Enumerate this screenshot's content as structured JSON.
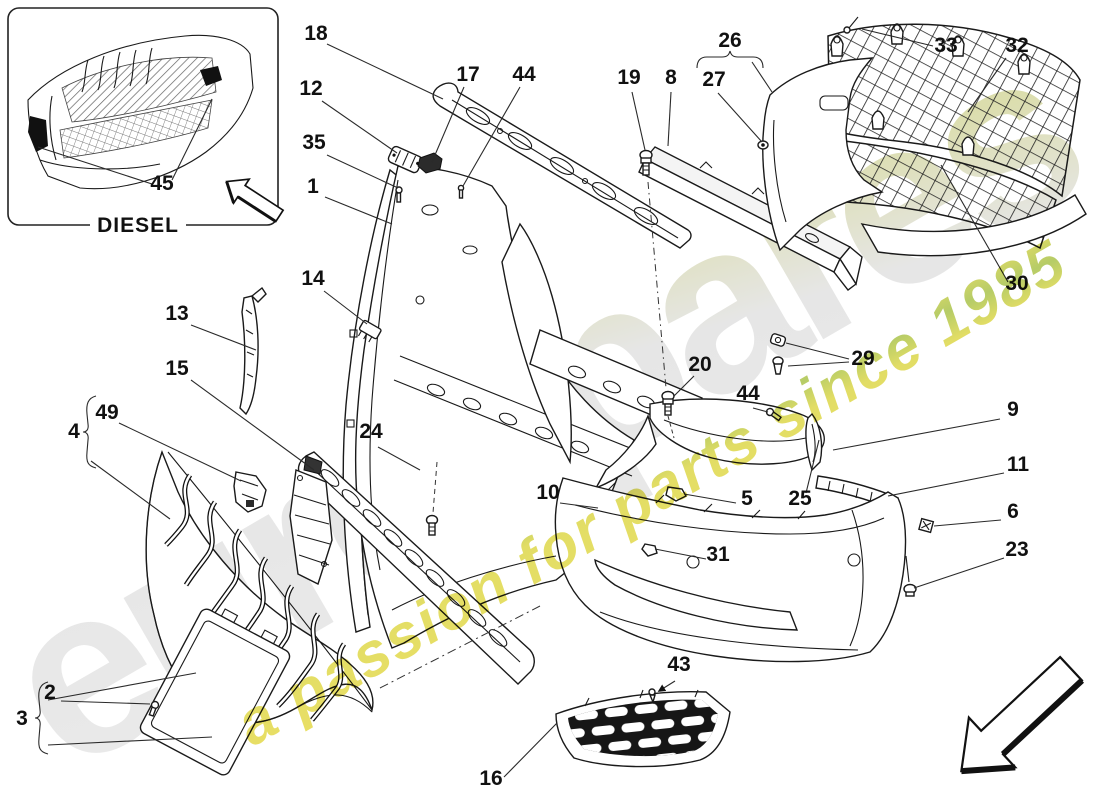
{
  "inset": {
    "caption": "DIESEL"
  },
  "watermark": {
    "brand": "eurospares",
    "tagline": "a passion for parts since 1985",
    "brand_color_silver": "#d6d6d6",
    "brand_color_olive": "#a9b14b",
    "tagline_color_yellow": "#e5da4a",
    "tagline_color_green": "#a9c34c"
  },
  "callouts": {
    "1": "1",
    "2": "2",
    "3": "3",
    "4": "4",
    "5": "5",
    "6": "6",
    "8": "8",
    "9": "9",
    "10": "10",
    "11": "11",
    "12": "12",
    "13": "13",
    "14": "14",
    "15": "15",
    "16": "16",
    "17": "17",
    "18": "18",
    "19": "19",
    "20": "20",
    "23": "23",
    "24": "24",
    "25": "25",
    "26": "26",
    "27": "27",
    "29": "29",
    "30": "30",
    "31": "31",
    "32": "32",
    "33": "33",
    "35": "35",
    "43": "43",
    "44a": "44",
    "44b": "44",
    "45": "45",
    "49": "49"
  },
  "colors": {
    "line": "#1a1a1a",
    "background": "#ffffff"
  }
}
